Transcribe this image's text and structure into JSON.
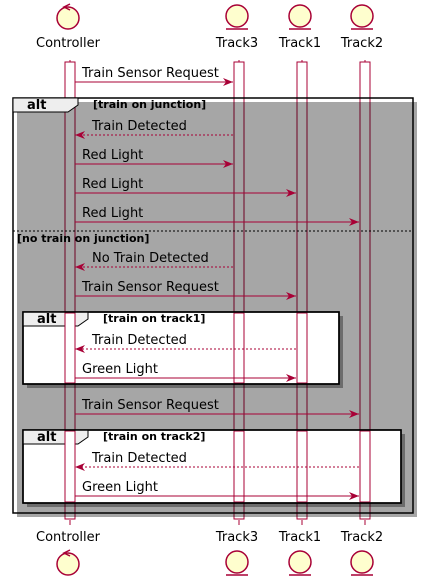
{
  "participants": [
    {
      "id": "controller",
      "label": "Controller",
      "kind": "control"
    },
    {
      "id": "track3",
      "label": "Track3",
      "kind": "entity"
    },
    {
      "id": "track1",
      "label": "Track1",
      "kind": "entity"
    },
    {
      "id": "track2",
      "label": "Track2",
      "kind": "entity"
    }
  ],
  "messages": {
    "m1": "Train Sensor Request",
    "m2": "Train Detected",
    "m3": "Red Light",
    "m4": "Red Light",
    "m5": "Red Light",
    "m6": "No Train Detected",
    "m7": "Train Sensor Request",
    "m8": "Train Detected",
    "m9": "Green Light",
    "m10": "Train Sensor Request",
    "m11": "Train Detected",
    "m12": "Green Light"
  },
  "fragments": {
    "outer": {
      "keyword": "alt",
      "guard1": "[train on junction]",
      "guard2": "[no train on junction]"
    },
    "inner1": {
      "keyword": "alt",
      "guard": "[train on track1]"
    },
    "inner2": {
      "keyword": "alt",
      "guard": "[train on track2]"
    }
  },
  "colors": {
    "arrow": "#A80036",
    "box_border": "#000000",
    "participant_fill": "#FEFECE",
    "tab_fill": "#EEEEEE",
    "activation_fill": "#FFFFFF"
  }
}
